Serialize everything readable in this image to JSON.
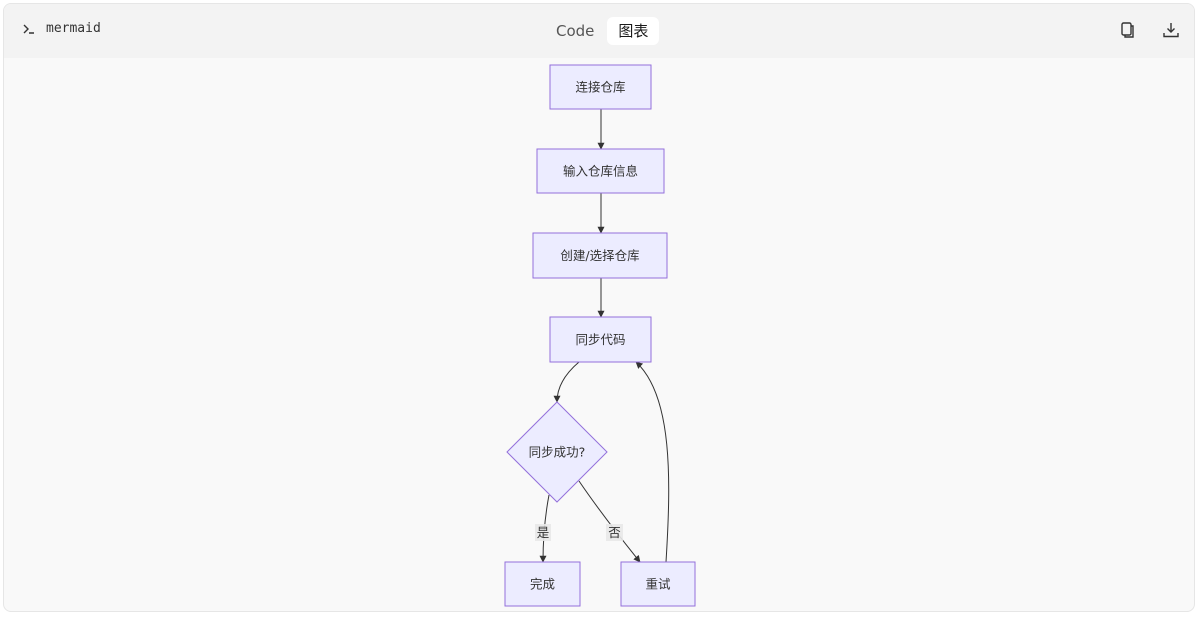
{
  "header": {
    "language_label": "mermaid",
    "tabs": [
      {
        "label": "Code",
        "active": false
      },
      {
        "label": "图表",
        "active": true
      }
    ],
    "copy_icon": "copy-icon",
    "download_icon": "download-icon"
  },
  "diagram": {
    "nodes": {
      "connect": "连接仓库",
      "input": "输入仓库信息",
      "create": "创建/选择仓库",
      "sync": "同步代码",
      "decision": "同步成功?",
      "done": "完成",
      "retry": "重试"
    },
    "edge_labels": {
      "yes": "是",
      "no": "否"
    }
  },
  "colors": {
    "node_fill": "#ececff",
    "node_stroke": "#9370db",
    "edge": "#333333",
    "edge_label_bg": "#e8e8e8"
  }
}
